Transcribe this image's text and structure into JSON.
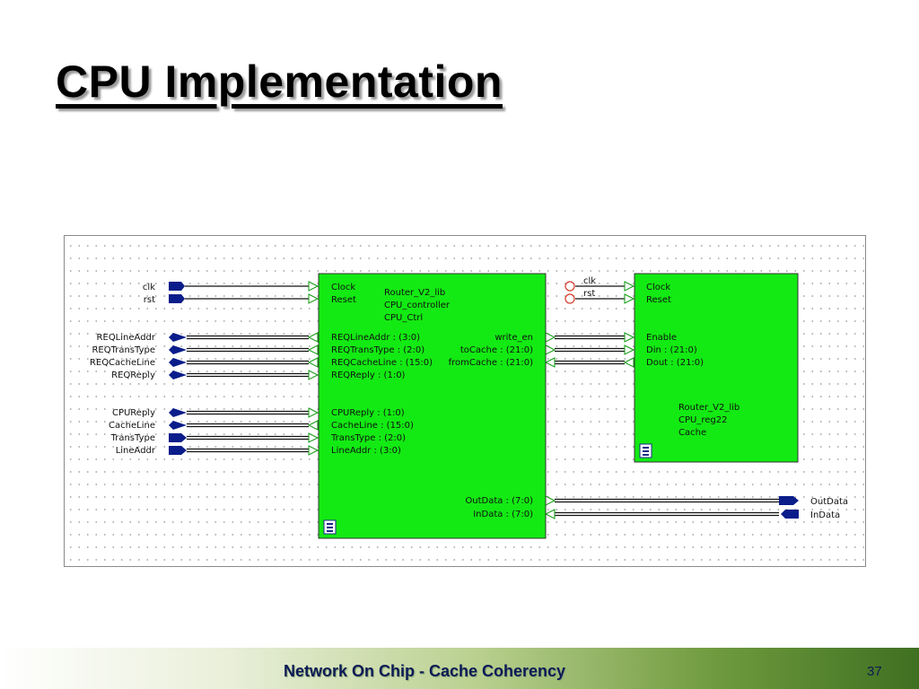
{
  "slide": {
    "title": "CPU Implementation",
    "footer": "Network On Chip - Cache Coherency",
    "page_number": "37"
  },
  "colors": {
    "block_fill": "#13ea13",
    "port_fill": "#0a1d8a",
    "wire": "#111111"
  },
  "diagram": {
    "left_ports": [
      "clk",
      "rst",
      "REQLineAddr",
      "REQTransType",
      "REQCacheLine",
      "REQReply",
      "CPUReply",
      "CacheLine",
      "TransType",
      "LineAddr"
    ],
    "controller": {
      "lib": "Router_V2_lib",
      "cell": "CPU_controller",
      "view": "CPU_Ctrl",
      "left_pins": [
        "Clock",
        "Reset",
        "REQLineAddr : (3:0)",
        "REQTransType : (2:0)",
        "REQCacheLine : (15:0)",
        "REQReply : (1:0)",
        "CPUReply : (1:0)",
        "CacheLine : (15:0)",
        "TransType : (2:0)",
        "LineAddr : (3:0)"
      ],
      "right_pins": [
        "write_en",
        "toCache : (21:0)",
        "fromCache : (21:0)",
        "OutData : (7:0)",
        "InData : (7:0)"
      ]
    },
    "register": {
      "lib": "Router_V2_lib",
      "cell": "CPU_reg22",
      "view": "Cache",
      "pins": [
        "Clock",
        "Reset",
        "Enable",
        "Din : (21:0)",
        "Dout : (21:0)"
      ],
      "input_labels": [
        "clk",
        "rst"
      ]
    },
    "right_ports": [
      "OutData",
      "InData"
    ]
  }
}
